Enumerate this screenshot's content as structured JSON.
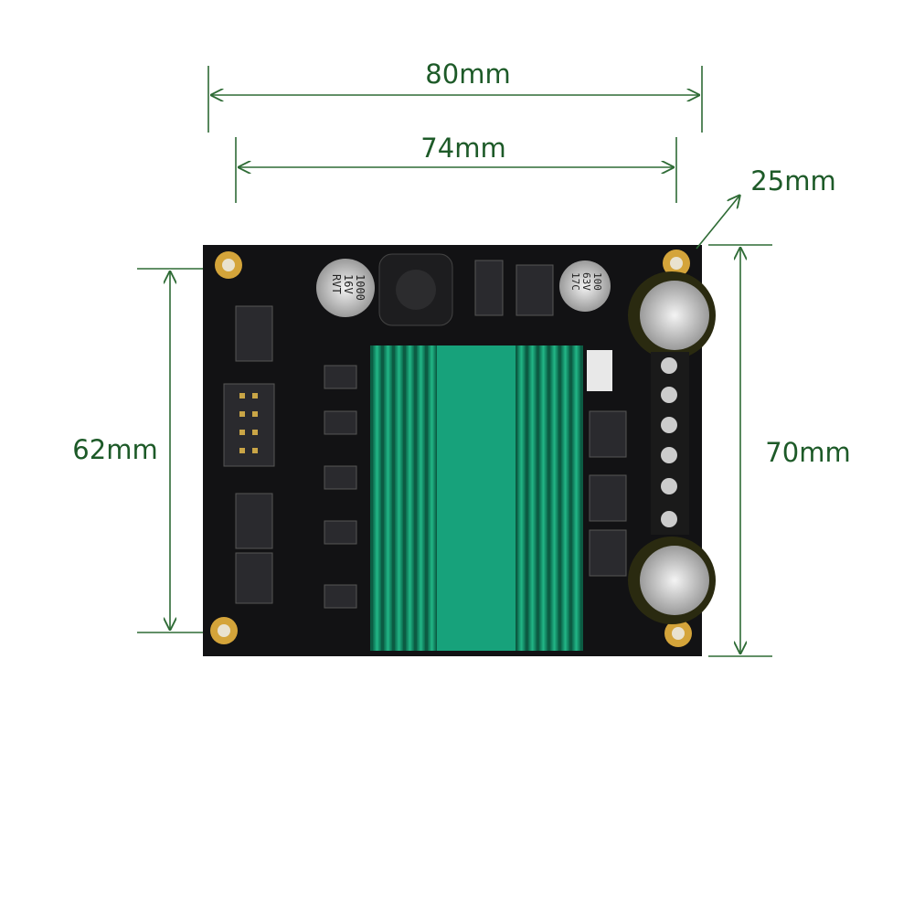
{
  "dimensions": {
    "overall_width": "80mm",
    "hole_spacing_width": "74mm",
    "height": "25mm",
    "hole_spacing_depth": "62mm",
    "overall_depth": "70mm"
  },
  "colors": {
    "dimension_line": "#2e6b35",
    "dimension_text": "#1d5a28",
    "pcb": "#121214",
    "heatsink": "#14a07a",
    "mounting_pad": "#d4a43a"
  },
  "board_labels": {
    "cap1": [
      "1000",
      "16V",
      "RVT"
    ],
    "cap2": [
      "100",
      "63V",
      "17C"
    ]
  }
}
